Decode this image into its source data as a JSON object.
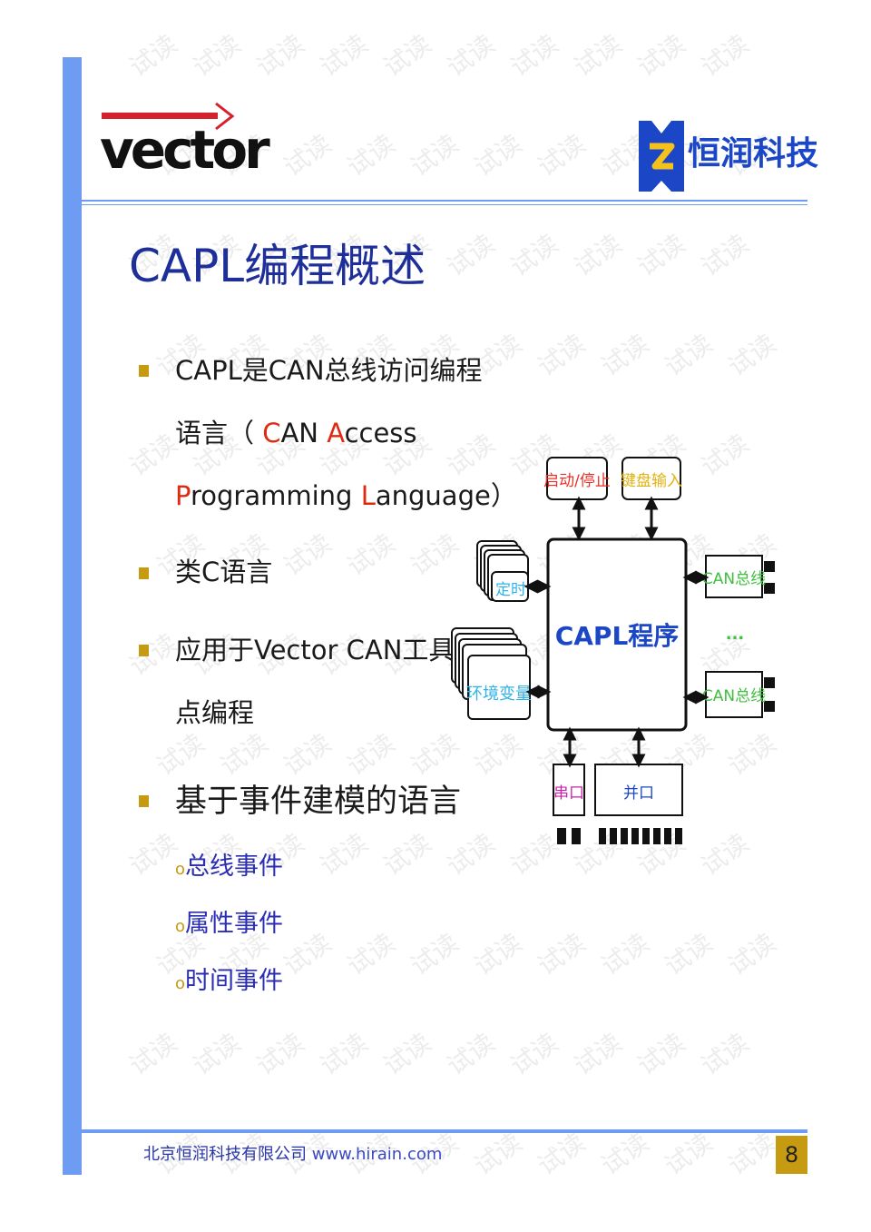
{
  "header": {
    "vector_logo_text": "vector",
    "company_logo_name": "恒润科技"
  },
  "title": "CAPL编程概述",
  "bullets": [
    {
      "line1": "CAPL是CAN总线访问编程",
      "line2_pre": "语言（ ",
      "line2_c": "C",
      "line2_mid1": "AN ",
      "line2_a": "A",
      "line2_mid2": "ccess",
      "line3_p": "P",
      "line3_mid": "rogramming ",
      "line3_l": "L",
      "line3_end": "anguage）"
    },
    {
      "line1": "类C语言"
    },
    {
      "line1": " 应用于Vector CAN工具节",
      "line2": "点编程"
    },
    {
      "line1": "基于事件建模的语言"
    }
  ],
  "sub_items": [
    "总线事件",
    "属性事件",
    "时间事件"
  ],
  "sub_marker": "o",
  "diagram": {
    "center": "CAPL程序",
    "start_stop": "启动/停止",
    "keyboard": "键盘输入",
    "timer": "定时",
    "env_var": "环境变量",
    "can_bus_1": "CAN总线",
    "ellipsis": "...",
    "can_bus_2": "CAN总线",
    "serial": "串口",
    "parallel": "并口"
  },
  "footer": {
    "company": "北京恒润科技有限公司 ",
    "url": "www.hirain.com",
    "page_number": "8"
  },
  "watermark_text": "试读",
  "colors": {
    "accent_blue": "#6d9cf2",
    "title_blue": "#1f2f9a",
    "bullet_gold": "#c69b12",
    "highlight_red": "#e02a10",
    "sub_blue": "#2b2eb2",
    "diagram_red": "#e8302a",
    "diagram_yellow": "#e3b20f",
    "diagram_cyan": "#2fb3e6",
    "diagram_green": "#3fbf3f",
    "diagram_magenta": "#cc22aa",
    "diagram_blue": "#1b47c7"
  }
}
